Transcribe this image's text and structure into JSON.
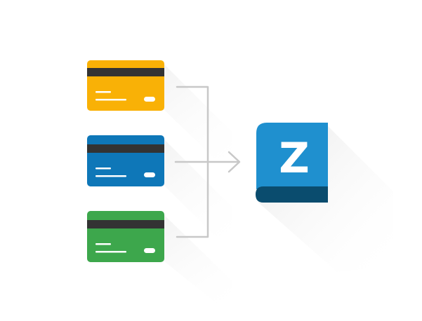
{
  "cards": [
    {
      "id": "yellow",
      "color": "#F9B106",
      "stripe_color": "#333333",
      "text_line_color": "#ffffff"
    },
    {
      "id": "blue",
      "color": "#0E77B8",
      "stripe_color": "#333333",
      "text_line_color": "#ffffff"
    },
    {
      "id": "green",
      "color": "#3DA74C",
      "stripe_color": "#333333",
      "text_line_color": "#ffffff"
    }
  ],
  "connector": {
    "color": "#C8C8C8",
    "arrow": "right"
  },
  "book": {
    "letter": "Z",
    "cover_color": "#1F90CF",
    "spine_color": "#0A4C6E"
  },
  "shadow_color": "#EDEDED"
}
